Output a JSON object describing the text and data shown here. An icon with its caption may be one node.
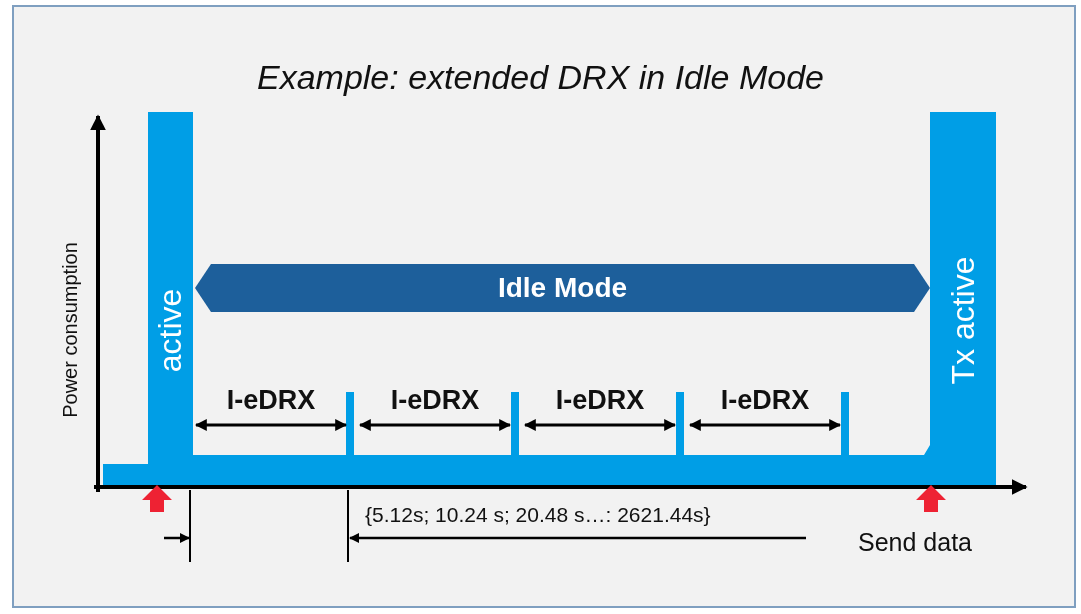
{
  "diagram": {
    "title": "Example: extended DRX in Idle Mode",
    "nodes": [
      {
        "text": [
          "active"
        ]
      },
      {
        "text": [
          "Idle Mode"
        ]
      },
      {
        "text": [
          "Tx active"
        ]
      }
    ],
    "labels": [
      "Power consumption",
      "I-eDRX",
      "I-eDRX",
      "I-eDRX",
      "I-eDRX",
      "{5.12s; 10.24 s; 20.48 s…: 2621.44s}",
      "Send data"
    ]
  }
}
